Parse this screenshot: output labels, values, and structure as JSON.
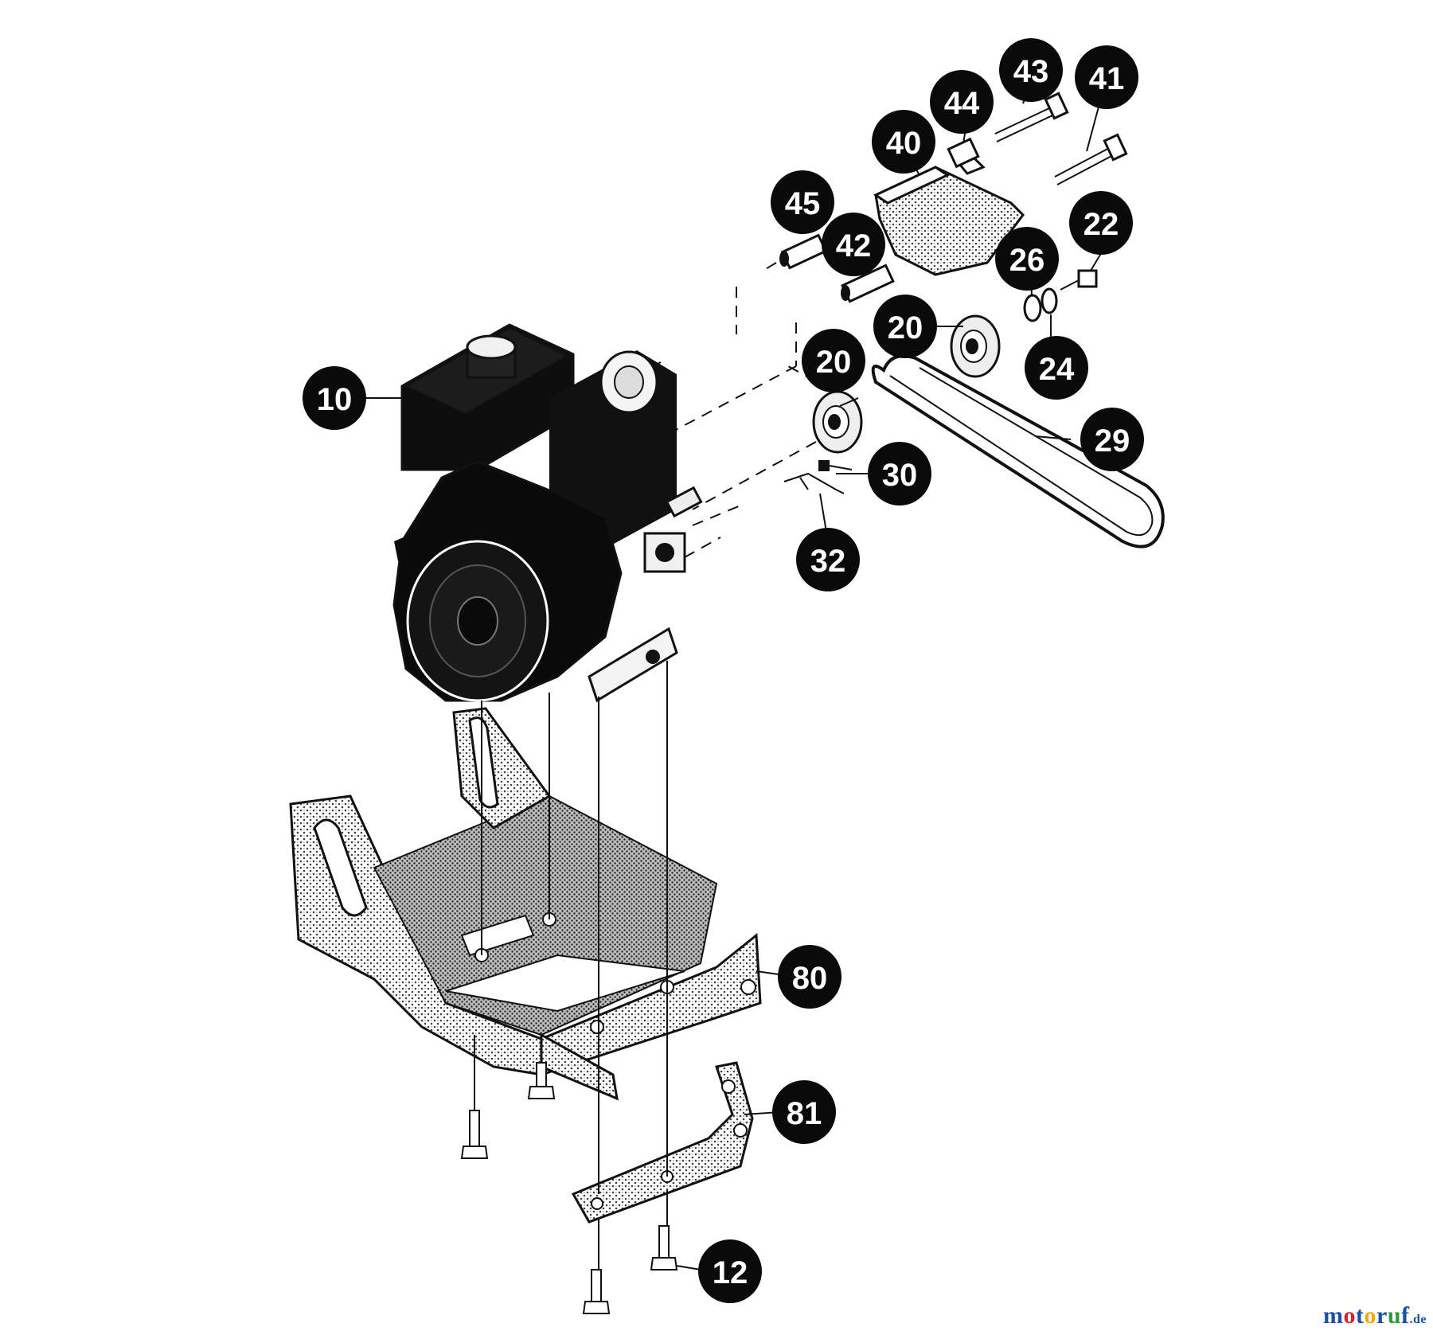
{
  "diagram": {
    "callouts": [
      {
        "id": "10",
        "label": "10"
      },
      {
        "id": "12",
        "label": "12"
      },
      {
        "id": "20a",
        "label": "20"
      },
      {
        "id": "20b",
        "label": "20"
      },
      {
        "id": "22",
        "label": "22"
      },
      {
        "id": "24",
        "label": "24"
      },
      {
        "id": "26",
        "label": "26"
      },
      {
        "id": "29",
        "label": "29"
      },
      {
        "id": "30",
        "label": "30"
      },
      {
        "id": "32",
        "label": "32"
      },
      {
        "id": "40",
        "label": "40"
      },
      {
        "id": "41",
        "label": "41"
      },
      {
        "id": "42",
        "label": "42"
      },
      {
        "id": "43",
        "label": "43"
      },
      {
        "id": "44",
        "label": "44"
      },
      {
        "id": "45",
        "label": "45"
      },
      {
        "id": "80",
        "label": "80"
      },
      {
        "id": "81",
        "label": "81"
      }
    ]
  },
  "watermark": {
    "brand_parts": [
      {
        "text": "m",
        "color": "#1a4ea8"
      },
      {
        "text": "o",
        "color": "#d8232a"
      },
      {
        "text": "t",
        "color": "#1a4ea8"
      },
      {
        "text": "o",
        "color": "#f2a900"
      },
      {
        "text": "r",
        "color": "#1a4ea8"
      },
      {
        "text": "u",
        "color": "#2e9b3e"
      },
      {
        "text": "f",
        "color": "#1a4ea8"
      }
    ],
    "tld": ".de"
  }
}
